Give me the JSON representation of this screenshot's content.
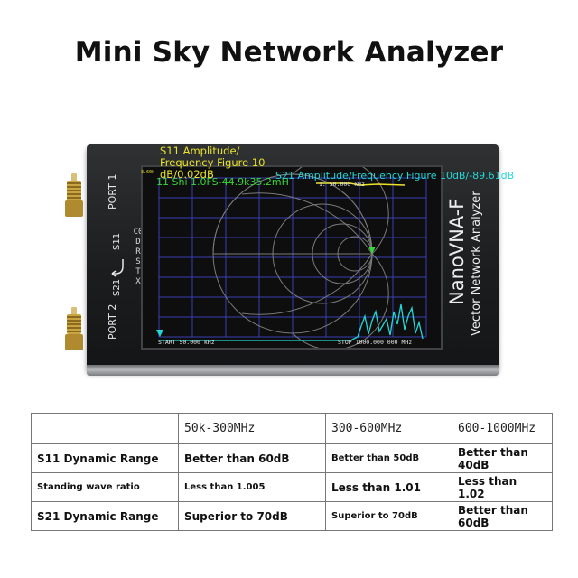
{
  "title": "Mini Sky Network Analyzer",
  "device": {
    "port1": "PORT 1",
    "port2": "PORT 2",
    "s11": "S11",
    "s21": "S21",
    "side_letters": [
      "C0",
      "D",
      "R",
      "S",
      "T",
      "X"
    ],
    "brand": "NanoVNA-F",
    "subtitle": "Vector Network Analyzer"
  },
  "screen": {
    "marker_level": "3.60k",
    "marker_readout": "1: 50.000 kHz",
    "start": "START 50.000 kHz",
    "stop": "STOP 1000.000 000 MHz"
  },
  "overlays": {
    "s11_note": "S11 Amplitude/ Frequency Figure 10 dB/0.02dB",
    "s21_note": "S21 Amplitude/Frequency Figure 10dB/-89.61dB",
    "green_note": "11 Shi 1.0FS-44.9k35.2mH"
  },
  "colors": {
    "trace_yellow": "#e9e32a",
    "trace_cyan": "#24d6d6",
    "trace_green": "#39d63a",
    "grid": "#3a3fb5"
  },
  "table": {
    "header": [
      "",
      "50k-300MHz",
      "300-600MHz",
      "600-1000MHz"
    ],
    "rows": [
      {
        "label": "S11 Dynamic Range",
        "values": [
          "Better than 60dB",
          "Better than 50dB",
          "Better than 40dB"
        ]
      },
      {
        "label": "Standing wave ratio",
        "values": [
          "Less than 1.005",
          "Less than 1.01",
          "Less than 1.02"
        ]
      },
      {
        "label": "S21 Dynamic Range",
        "values": [
          "Superior to 70dB",
          "Superior to 70dB",
          "Better than 60dB"
        ]
      }
    ]
  }
}
